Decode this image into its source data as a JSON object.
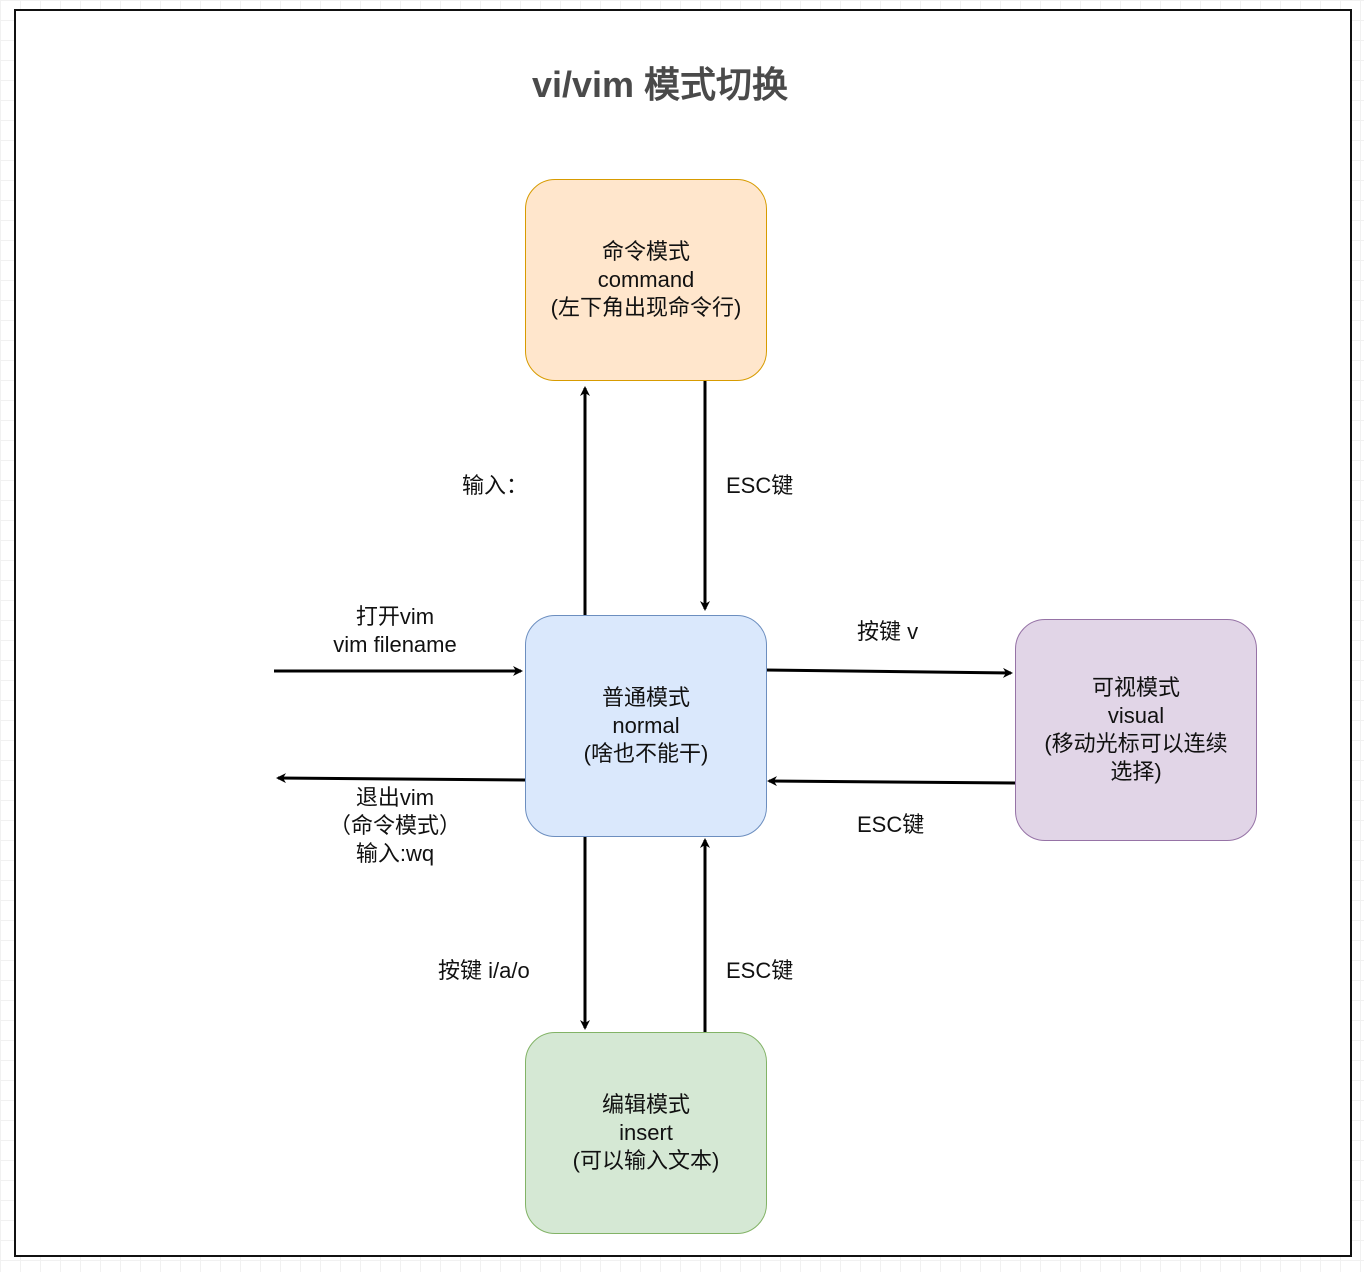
{
  "title": "vi/vim 模式切换",
  "nodes": {
    "command": {
      "line1": "命令模式",
      "line2": "command",
      "line3": "(左下角出现命令行)",
      "fill": "#ffe6cc",
      "stroke": "#d79b00"
    },
    "normal": {
      "line1": "普通模式",
      "line2": "normal",
      "line3": "(啥也不能干)",
      "fill": "#dae8fc",
      "stroke": "#6c8ebf"
    },
    "visual": {
      "line1": "可视模式",
      "line2": "visual",
      "line3": "(移动光标可以连续",
      "line4": "选择)",
      "fill": "#e1d5e7",
      "stroke": "#9673a6"
    },
    "insert": {
      "line1": "编辑模式",
      "line2": "insert",
      "line3": "(可以输入文本)",
      "fill": "#d5e8d4",
      "stroke": "#82b366"
    }
  },
  "edges": {
    "normal_to_command": "输入：",
    "command_to_normal": "ESC键",
    "open_vim_line1": "打开vim",
    "open_vim_line2": "vim filename",
    "normal_to_visual": "按键  v",
    "visual_to_normal": "ESC键",
    "exit_vim_line1": "退出vim",
    "exit_vim_line2": "（命令模式）",
    "exit_vim_line3": "输入:wq",
    "normal_to_insert": "按键 i/a/o",
    "insert_to_normal": "ESC键"
  }
}
